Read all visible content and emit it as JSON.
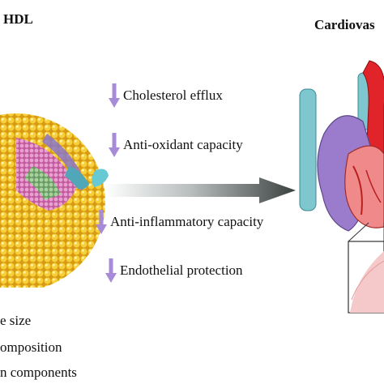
{
  "titles": {
    "left": "HDL",
    "right": "Cardiovas"
  },
  "effects": [
    "Cholesterol efflux",
    "Anti-oxidant capacity",
    "Anti-inflammatory capacity",
    "Endothelial protection"
  ],
  "left_list": [
    "e size",
    "omposition",
    "n components"
  ],
  "colors": {
    "arrow_purple": "#a78bd8",
    "particle_yellow": "#f2c21a",
    "heart_red": "#e0242a",
    "heart_purple": "#9b7ccc",
    "vessel_teal": "#7fc7cf",
    "tissue_pink": "#f5c9c9"
  },
  "icons": {
    "effect_marker": "down-arrow-icon",
    "main_arrow": "right-arrow-icon"
  }
}
